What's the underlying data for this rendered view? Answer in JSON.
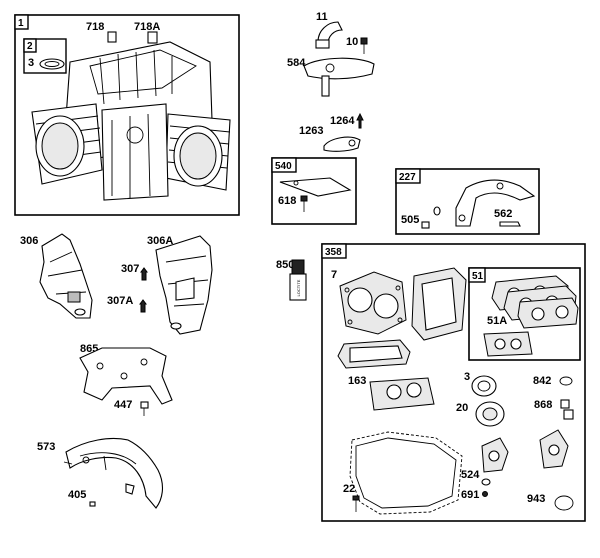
{
  "boxes": {
    "b1": "1",
    "b2": "2",
    "b540": "540",
    "b227": "227",
    "b358": "358",
    "b51": "51"
  },
  "parts": {
    "p718": "718",
    "p718a": "718A",
    "p3_top": "3",
    "p11": "11",
    "p10": "10",
    "p584": "584",
    "p1264": "1264",
    "p1263": "1263",
    "p618": "618",
    "p505": "505",
    "p562": "562",
    "p306": "306",
    "p306a": "306A",
    "p307": "307",
    "p307a": "307A",
    "p850": "850",
    "p7": "7",
    "p51a": "51A",
    "p865": "865",
    "p447": "447",
    "p163": "163",
    "p3_mid": "3",
    "p842": "842",
    "p20": "20",
    "p868": "868",
    "p573": "573",
    "p524": "524",
    "p22": "22",
    "p691": "691",
    "p943": "943",
    "p405": "405"
  },
  "tube_label": "LOCTITE"
}
